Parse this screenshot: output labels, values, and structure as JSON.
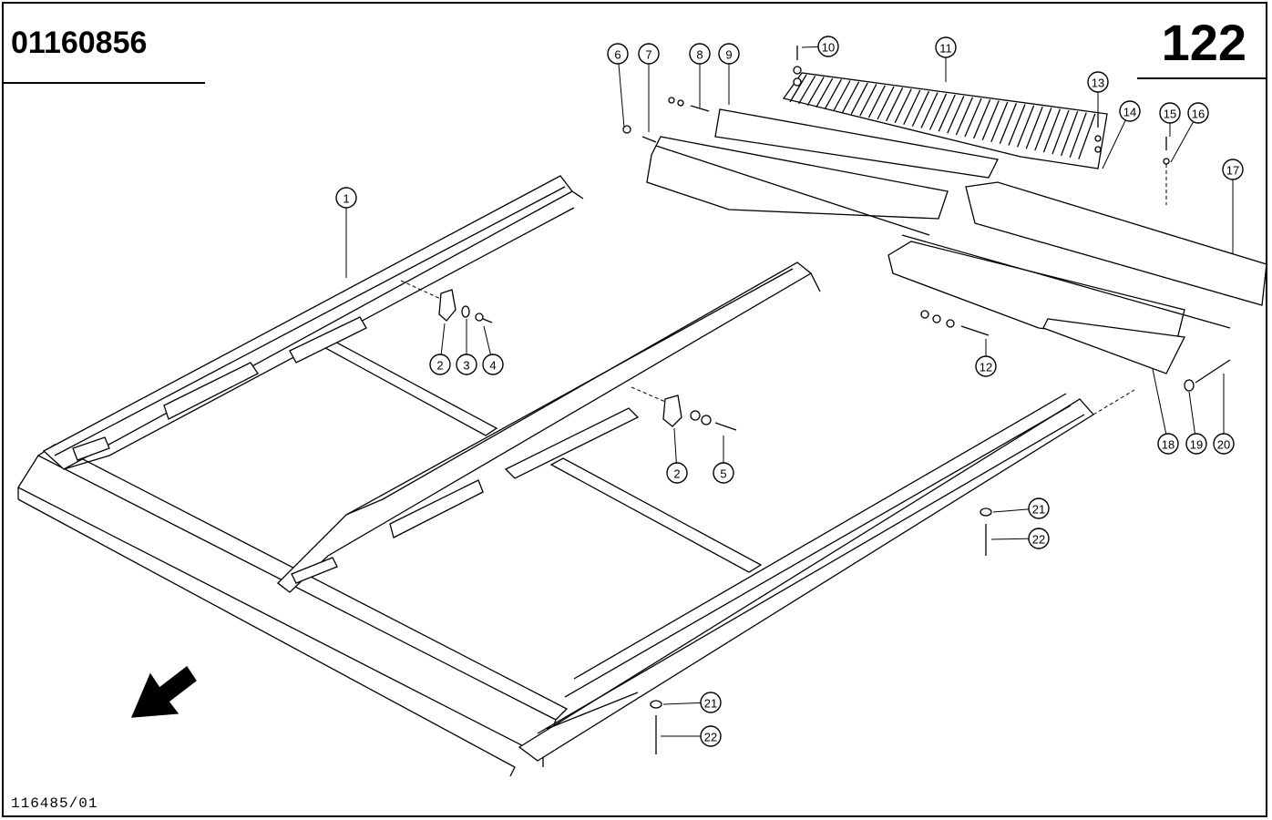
{
  "header": {
    "document_number": "01160856",
    "page_number": "122"
  },
  "footer": {
    "drawing_reference": "116485/01"
  },
  "diagram": {
    "direction_arrow_icon": "arrow-down-left-icon",
    "callouts": [
      "1",
      "2",
      "3",
      "4",
      "2",
      "5",
      "6",
      "7",
      "8",
      "9",
      "10",
      "11",
      "12",
      "13",
      "14",
      "15",
      "16",
      "17",
      "18",
      "19",
      "20",
      "21",
      "22",
      "21",
      "22"
    ]
  }
}
